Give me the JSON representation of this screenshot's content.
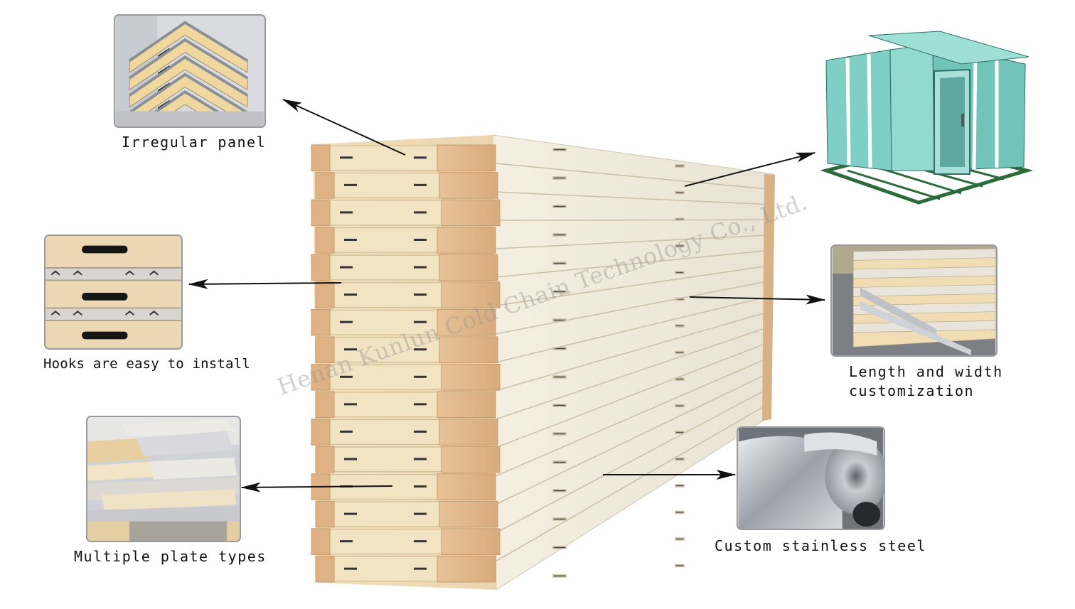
{
  "captions": {
    "irregular_panel": "Irregular panel",
    "hooks": "Hooks are easy to install",
    "plate_types": "Multiple plate types",
    "custom_line1": "Length and width",
    "custom_line2": "customization",
    "steel": "Custom stainless steel"
  },
  "watermark": "Henan Kunlun Cold Chain Technology Co., Ltd.",
  "colors": {
    "foam": "#efdcb6",
    "cardboard": "#e0b688",
    "panel_skin": "#f3ede0",
    "arrow": "#111111",
    "cold_room": "#7fcfc4"
  },
  "icons": {
    "pointer": "arrow-icon"
  }
}
